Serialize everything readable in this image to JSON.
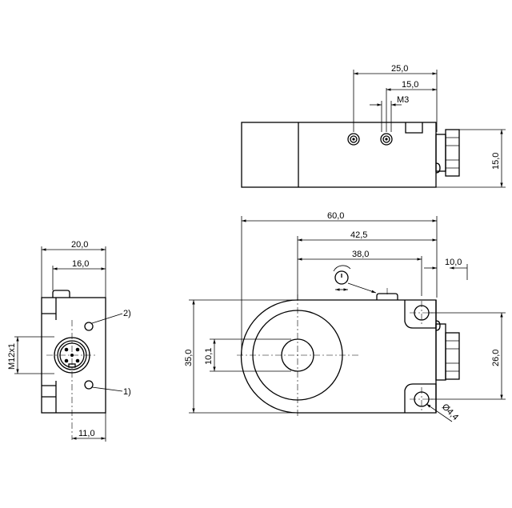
{
  "top_view": {
    "dims": {
      "d25": "25,0",
      "d15": "15,0",
      "m3": "M3",
      "h15": "15,0"
    }
  },
  "side_view": {
    "dims": {
      "d20": "20,0",
      "d16": "16,0",
      "m12": "M12x1",
      "d11": "11,0"
    },
    "callouts": {
      "c2": "2)",
      "c1": "1)"
    }
  },
  "front_view": {
    "dims": {
      "d60": "60,0",
      "d42": "42,5",
      "d38": "38,0",
      "d10": "10,0",
      "h35": "35,0",
      "h10": "10,1",
      "h26": "26,0",
      "dia": "Ø4,4"
    }
  }
}
